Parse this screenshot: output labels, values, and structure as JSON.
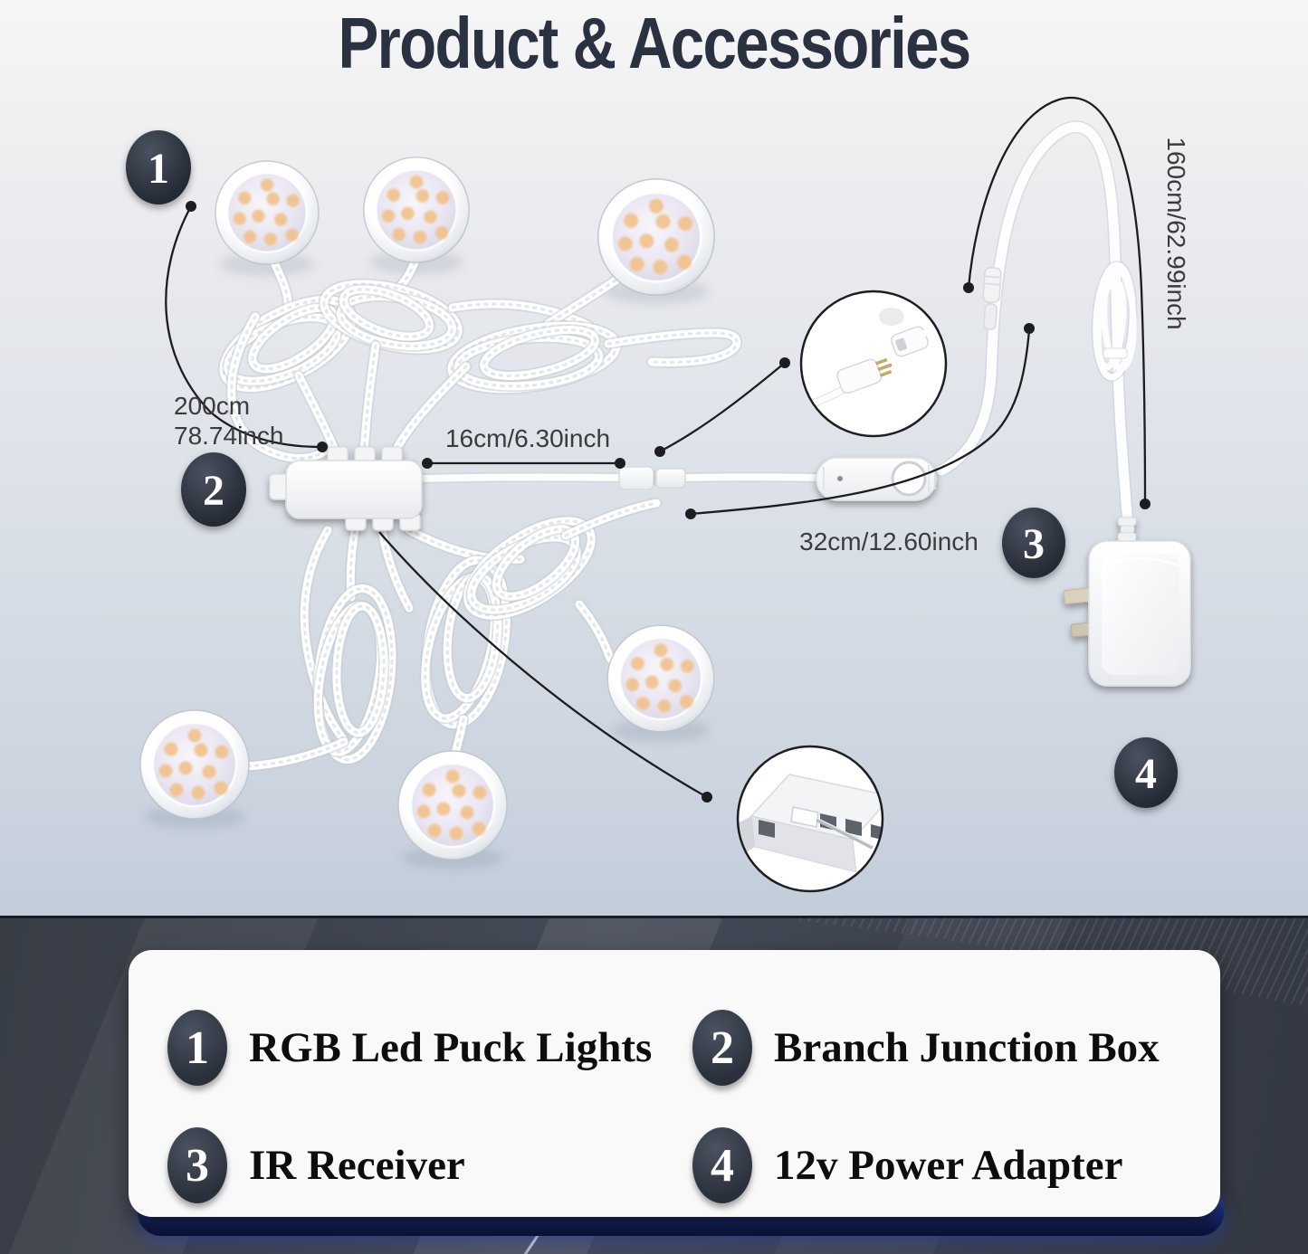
{
  "title": "Product & Accessories",
  "badges": [
    "1",
    "2",
    "3",
    "4"
  ],
  "measurements": {
    "puck_cable_cm": "200cm",
    "puck_cable_inch": "78.74inch",
    "box_to_connector": "16cm/6.30inch",
    "connector_to_receiver": "32cm/12.60inch",
    "power_cable": "160cm/62.99inch"
  },
  "legend": {
    "items": [
      {
        "num": "1",
        "label": "RGB Led Puck Lights"
      },
      {
        "num": "2",
        "label": "Branch Junction Box"
      },
      {
        "num": "3",
        "label": "IR Receiver"
      },
      {
        "num": "4",
        "label": "12v Power Adapter"
      }
    ]
  },
  "colors": {
    "title_text": "#2a3140",
    "annotation_text": "#3b3b3d",
    "badge_fill": "#2c323e",
    "legend_panel": "#f9f9f9",
    "glow_strip": "#1b2a70",
    "background_top": "#f6f6f7",
    "background_bottom": "#b4c1d4",
    "dark_band": "#3d424c",
    "led_dot": "#f2c38f"
  }
}
